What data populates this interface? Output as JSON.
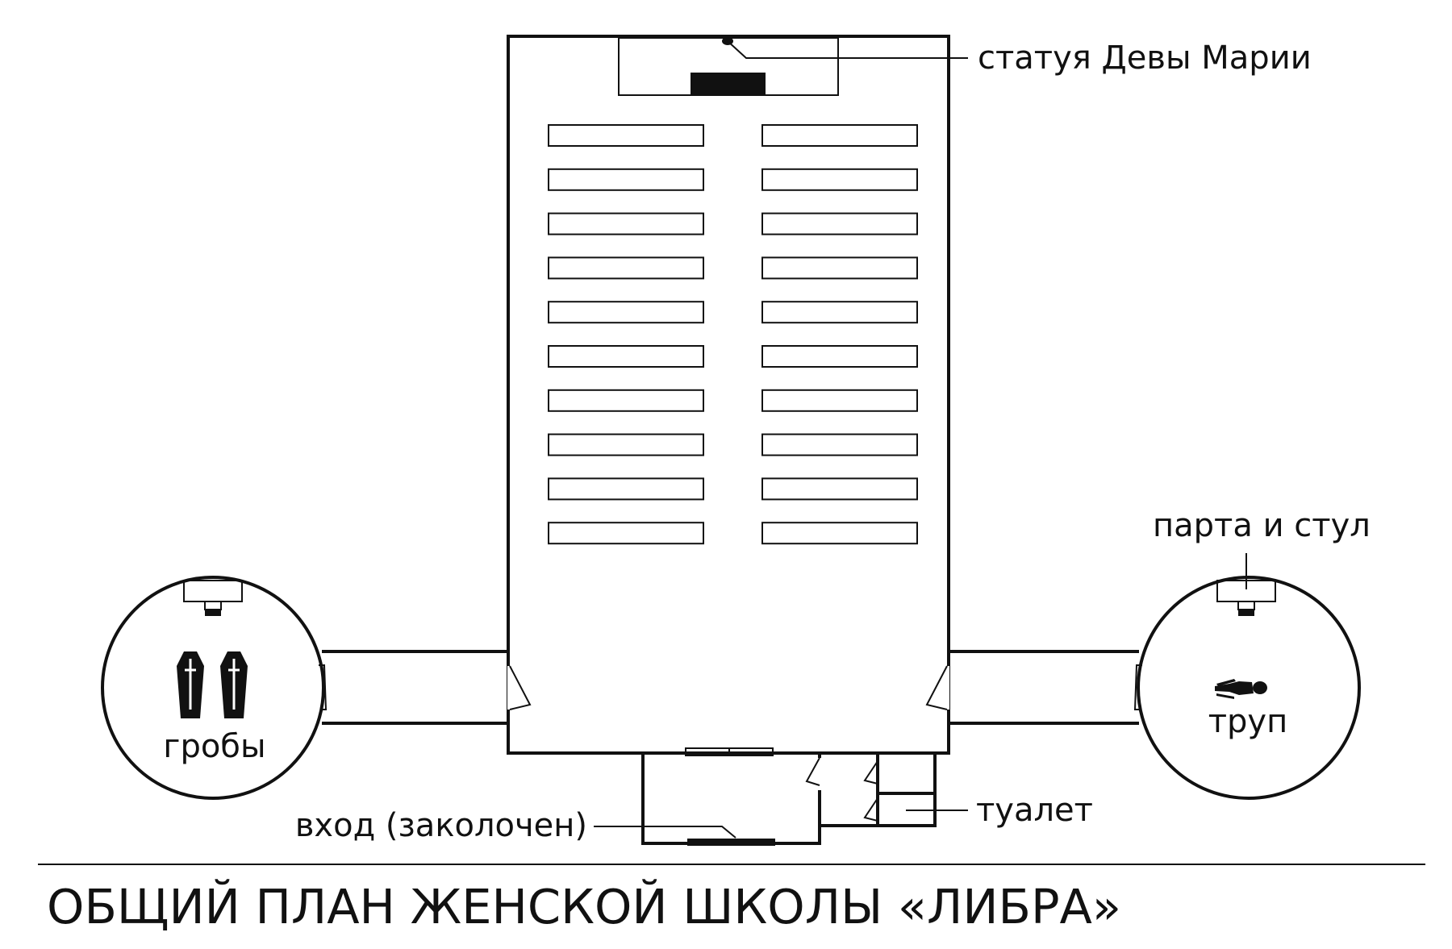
{
  "labels": {
    "statue": "статуя Девы Марии",
    "desk": "парта и стул",
    "corpse": "труп",
    "coffins": "гробы",
    "toilet": "туалет",
    "entrance": "вход (заколочен)"
  },
  "title": "ОБЩИЙ ПЛАН ЖЕНСКОЙ ШКОЛЫ «ЛИБРА»",
  "pews": {
    "rows": 10,
    "columns": 2
  },
  "colors": {
    "ink": "#111111",
    "background": "#ffffff"
  }
}
